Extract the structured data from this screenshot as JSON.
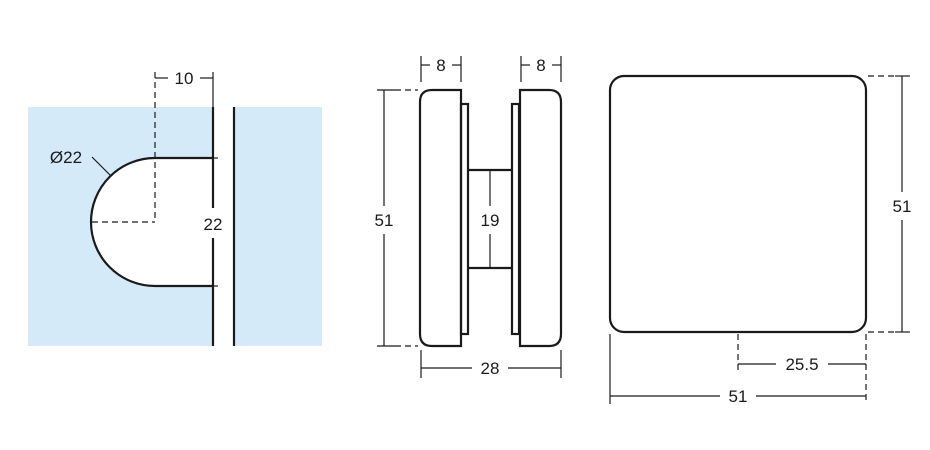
{
  "colors": {
    "glass": "#d4eaf9",
    "line": "#1a1a1a"
  },
  "glass_cutout_view": {
    "offset": "10",
    "diameter": "Ø22",
    "height": "22"
  },
  "side_view": {
    "plate_left": "8",
    "plate_right": "8",
    "height": "51",
    "spacer": "19",
    "width": "28"
  },
  "front_view": {
    "height": "51",
    "half_width": "25.5",
    "width": "51"
  }
}
